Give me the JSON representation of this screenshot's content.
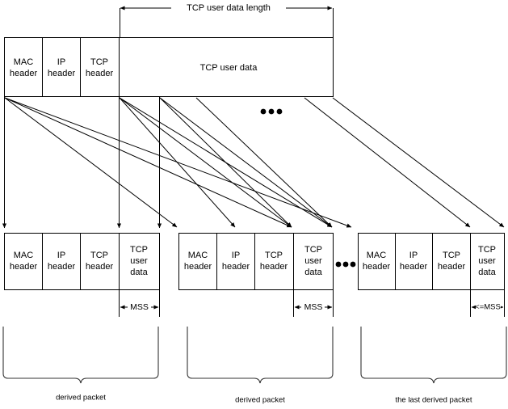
{
  "diagram": {
    "title_annotation": "TCP user data length",
    "original_packet": {
      "name": "original-packet",
      "fields": [
        {
          "key": "mac",
          "line1": "MAC",
          "line2": "header"
        },
        {
          "key": "ip",
          "line1": "IP",
          "line2": "header"
        },
        {
          "key": "tcp",
          "line1": "TCP",
          "line2": "header"
        },
        {
          "key": "data",
          "line1": "TCP user data",
          "line2": ""
        }
      ]
    },
    "derived_packets": [
      {
        "name": "derived-packet-1",
        "caption": "derived packet",
        "mss_label": "MSS",
        "fields": [
          {
            "key": "mac",
            "line1": "MAC",
            "line2": "header",
            "line3": ""
          },
          {
            "key": "ip",
            "line1": "IP",
            "line2": "header",
            "line3": ""
          },
          {
            "key": "tcp",
            "line1": "TCP",
            "line2": "header",
            "line3": ""
          },
          {
            "key": "data",
            "line1": "TCP",
            "line2": "user",
            "line3": "data"
          }
        ]
      },
      {
        "name": "derived-packet-2",
        "caption": "derived packet",
        "mss_label": "MSS",
        "fields": [
          {
            "key": "mac",
            "line1": "MAC",
            "line2": "header",
            "line3": ""
          },
          {
            "key": "ip",
            "line1": "IP",
            "line2": "header",
            "line3": ""
          },
          {
            "key": "tcp",
            "line1": "TCP",
            "line2": "header",
            "line3": ""
          },
          {
            "key": "data",
            "line1": "TCP",
            "line2": "user",
            "line3": "data"
          }
        ]
      },
      {
        "name": "derived-packet-last",
        "caption": "the last derived packet",
        "mss_label": "<=MSS",
        "fields": [
          {
            "key": "mac",
            "line1": "MAC",
            "line2": "header",
            "line3": ""
          },
          {
            "key": "ip",
            "line1": "IP",
            "line2": "header",
            "line3": ""
          },
          {
            "key": "tcp",
            "line1": "TCP",
            "line2": "header",
            "line3": ""
          },
          {
            "key": "data",
            "line1": "TCP",
            "line2": "user",
            "line3": "data"
          }
        ]
      }
    ],
    "ellipsis": {
      "top": "•••",
      "middle": "•••"
    },
    "colors": {
      "stroke": "#000000",
      "brace": "#333333",
      "background": "#ffffff",
      "text": "#000000"
    }
  }
}
